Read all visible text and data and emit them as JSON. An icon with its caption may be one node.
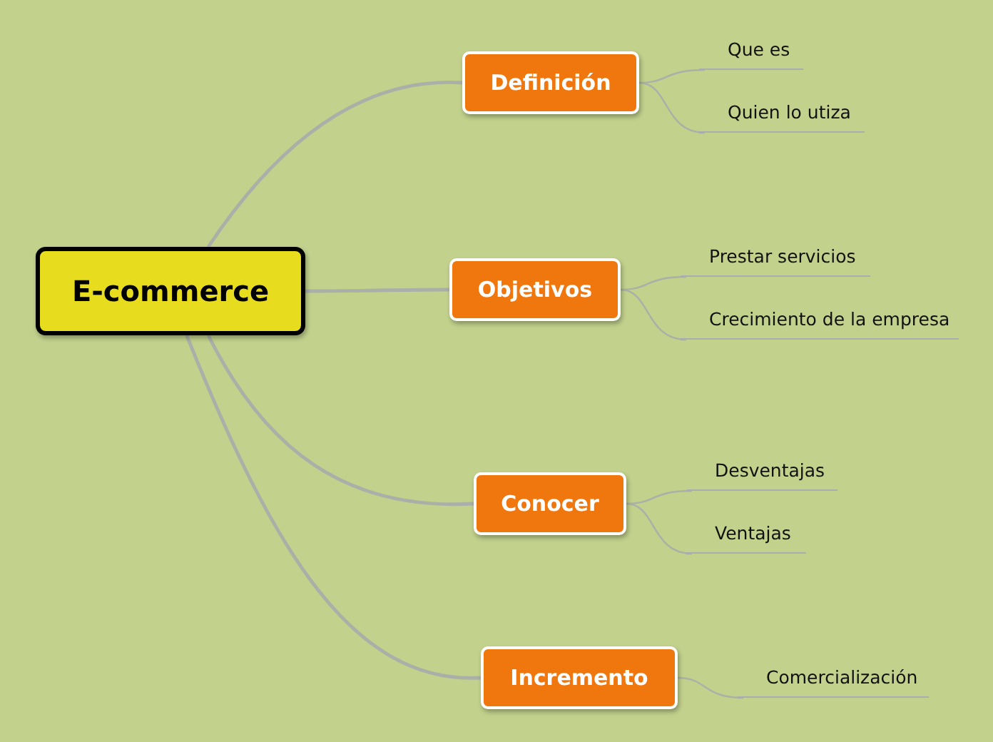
{
  "diagram": {
    "nodes": [
      {
        "text": [
          "E-commerce"
        ]
      },
      {
        "text": [
          "Definición"
        ]
      },
      {
        "text": [
          "Que es"
        ]
      },
      {
        "text": [
          "Quien lo utiza"
        ]
      },
      {
        "text": [
          "Objetivos"
        ]
      },
      {
        "text": [
          "Prestar servicios"
        ]
      },
      {
        "text": [
          "Crecimiento de la empresa"
        ]
      },
      {
        "text": [
          "Conocer"
        ]
      },
      {
        "text": [
          "Desventajas"
        ]
      },
      {
        "text": [
          "Ventajas"
        ]
      },
      {
        "text": [
          "Incremento"
        ]
      },
      {
        "text": [
          "Comercialización"
        ]
      }
    ],
    "edges": [
      {
        "from": 0,
        "to": 1,
        "arrow": "none"
      },
      {
        "from": 0,
        "to": 4,
        "arrow": "none"
      },
      {
        "from": 0,
        "to": 7,
        "arrow": "none"
      },
      {
        "from": 0,
        "to": 10,
        "arrow": "none"
      },
      {
        "from": 1,
        "to": 2,
        "arrow": "none"
      },
      {
        "from": 1,
        "to": 3,
        "arrow": "none"
      },
      {
        "from": 4,
        "to": 5,
        "arrow": "none"
      },
      {
        "from": 4,
        "to": 6,
        "arrow": "none"
      },
      {
        "from": 7,
        "to": 8,
        "arrow": "none"
      },
      {
        "from": 7,
        "to": 9,
        "arrow": "none"
      },
      {
        "from": 10,
        "to": 11,
        "arrow": "none"
      }
    ]
  }
}
